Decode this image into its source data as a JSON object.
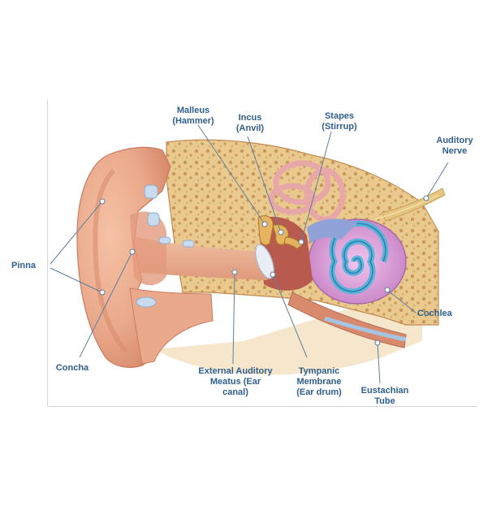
{
  "labels": {
    "malleus": "Malleus\n(Hammer)",
    "incus": "Incus\n(Anvil)",
    "stapes": "Stapes\n(Stirrup)",
    "auditory_nerve": "Auditory\nNerve",
    "pinna": "Pinna",
    "cochlea": "Cochlea",
    "concha": "Concha",
    "ear_canal": "External Auditory\nMeatus (Ear canal)",
    "tympanic": "Tympanic\nMembrane\n(Ear drum)",
    "eustachian": "Eustachian\nTube"
  },
  "colors": {
    "label_text": "#2f5f8f",
    "skin": "#eaa98b",
    "skin_dark": "#d98a6c",
    "bone": "#e9c98d",
    "bone_pore": "#c9975a",
    "canal": "#e7b092",
    "cochlea_pink": "#d69bd3",
    "cochlea_blue": "#5ab3d8",
    "nerve": "#e5c57f",
    "leader": "#5f7f9f"
  },
  "icons": {
    "leader_dot": "circle"
  }
}
